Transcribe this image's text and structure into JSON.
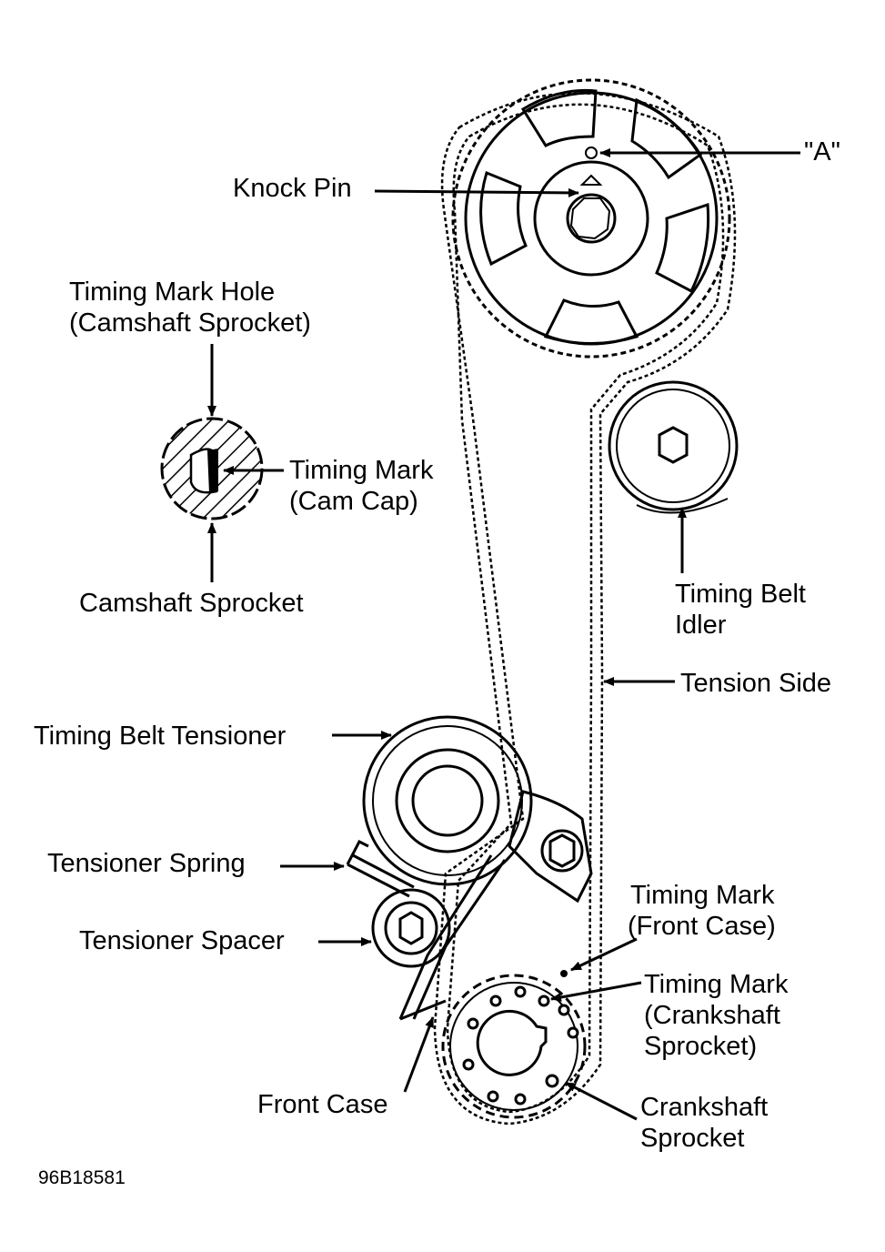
{
  "labels": {
    "a": "\"A\"",
    "knock_pin": "Knock Pin",
    "timing_mark_hole_1": "Timing Mark Hole",
    "timing_mark_hole_2": "(Camshaft Sprocket)",
    "timing_mark_cam_1": "Timing Mark",
    "timing_mark_cam_2": "(Cam Cap)",
    "camshaft_sprocket": "Camshaft Sprocket",
    "idler_1": "Timing Belt",
    "idler_2": "Idler",
    "tension_side": "Tension Side",
    "tensioner": "Timing Belt Tensioner",
    "tensioner_spring": "Tensioner Spring",
    "tensioner_spacer": "Tensioner Spacer",
    "mark_front_case_1": "Timing Mark",
    "mark_front_case_2": "(Front Case)",
    "mark_crank_1": "Timing Mark",
    "mark_crank_2": "(Crankshaft",
    "mark_crank_3": "Sprocket)",
    "front_case": "Front Case",
    "crank_sprocket_1": "Crankshaft",
    "crank_sprocket_2": "Sprocket",
    "figure_id": "96B18581"
  }
}
